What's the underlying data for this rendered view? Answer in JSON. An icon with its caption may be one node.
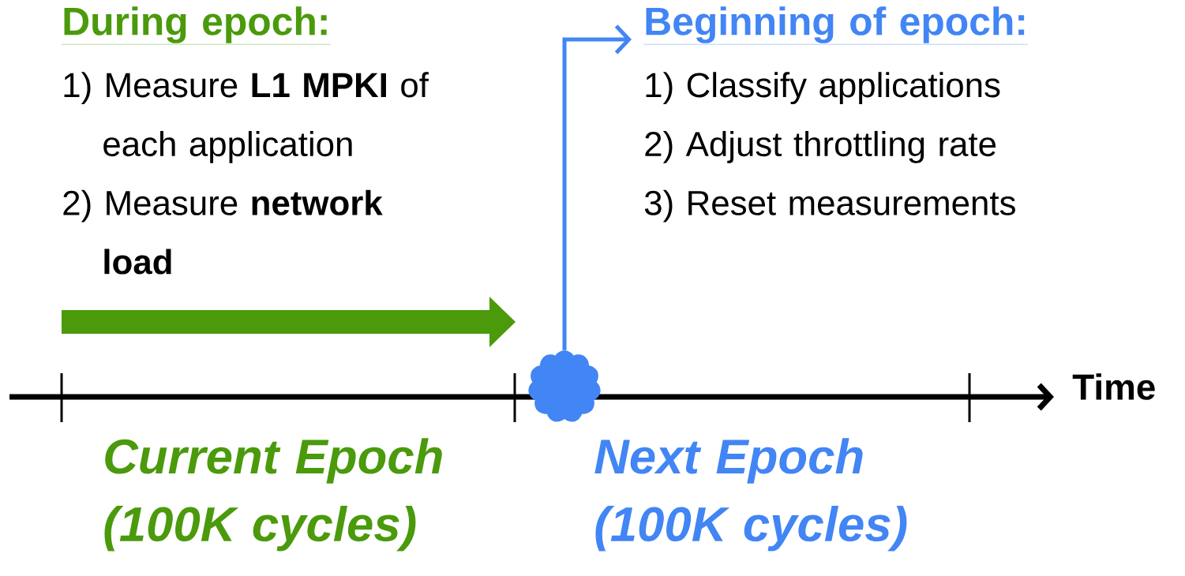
{
  "diagram": {
    "nodes": [
      {
        "text": [],
        "shape": "cloud"
      },
      {
        "text": [
          "Beginning of epoch:",
          "1) Classify applications",
          "2) Adjust throttling rate",
          "3) Reset measurements"
        ]
      }
    ],
    "edges": [
      {
        "from": 0,
        "to": 1,
        "arrow": "to"
      }
    ],
    "labels": [
      "During epoch:",
      "1) Measure **L1 MPKI** of each application",
      "2) Measure **network load**",
      "Time",
      "Current Epoch (100K cycles)",
      "Next Epoch (100K cycles)"
    ]
  }
}
